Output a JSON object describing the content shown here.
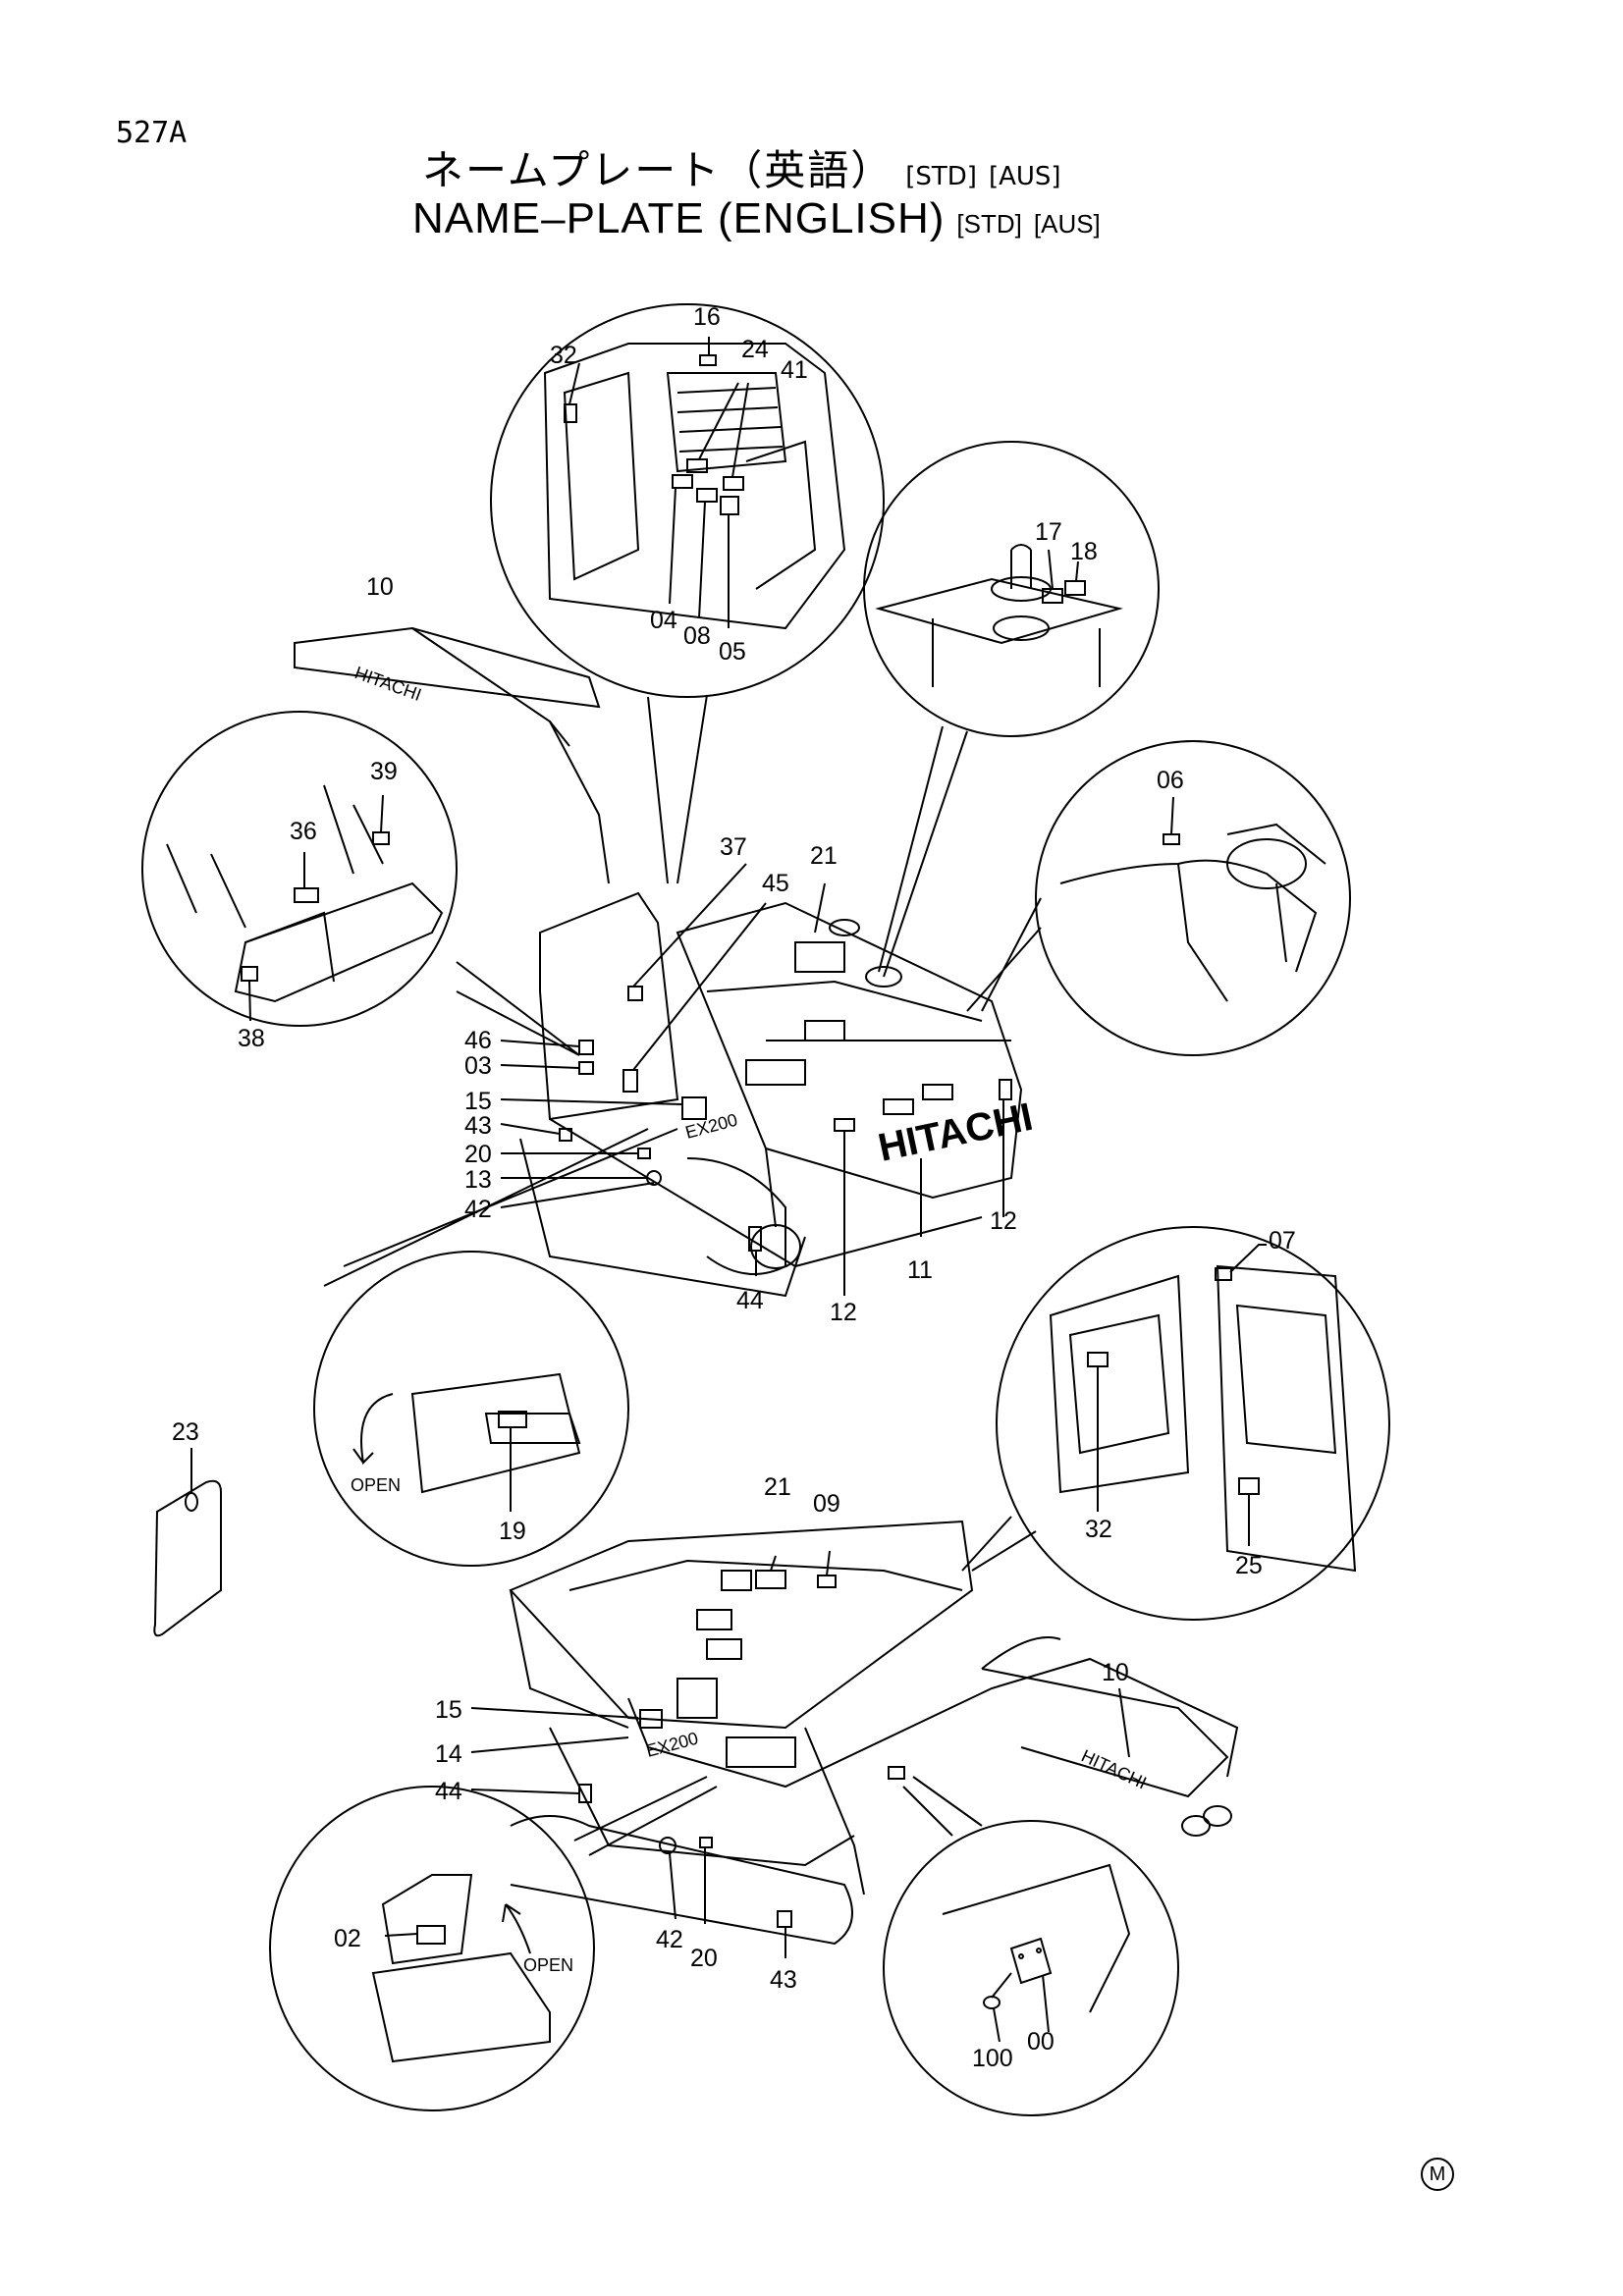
{
  "page_number": "527A",
  "title_jp": "ネームプレート（英語）",
  "title_en": "NAME–PLATE  (ENGLISH)",
  "tags": [
    "[STD]",
    "[AUS]"
  ],
  "brand_text": "HITACHI",
  "model_text": "EX200",
  "open_label": "OPEN",
  "corner_mark": "M",
  "callouts": [
    "16",
    "32",
    "24",
    "41",
    "04",
    "08",
    "05",
    "17",
    "18",
    "10",
    "39",
    "36",
    "38",
    "37",
    "21",
    "45",
    "46",
    "03",
    "15",
    "43",
    "20",
    "13",
    "42",
    "44",
    "12",
    "11",
    "06",
    "07",
    "23",
    "19",
    "09",
    "32",
    "25",
    "15",
    "14",
    "44",
    "42",
    "20",
    "43",
    "02",
    "100",
    "00",
    "10",
    "21",
    "12"
  ]
}
